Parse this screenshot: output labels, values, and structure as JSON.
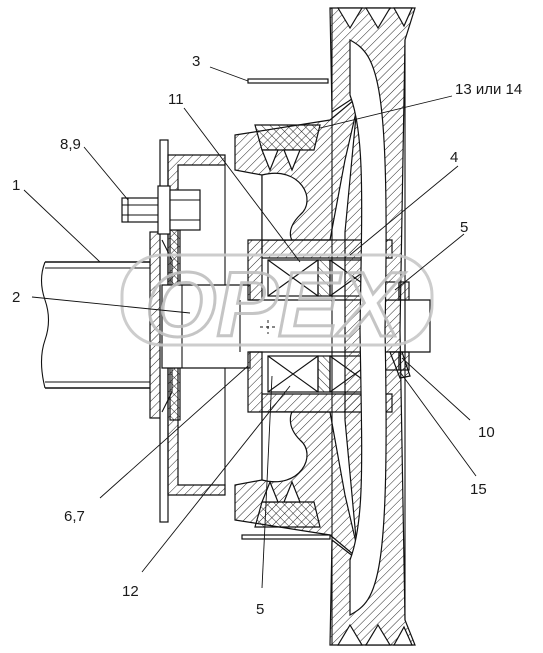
{
  "watermark": "OPEX",
  "labels": {
    "l1": "1",
    "l2": "2",
    "l3": "3",
    "l4": "4",
    "l5a": "5",
    "l5b": "5",
    "l67": "6,7",
    "l89": "8,9",
    "l10": "10",
    "l11": "11",
    "l12": "12",
    "l13": "13 или 14",
    "l15": "15"
  },
  "colors": {
    "line": "#111111",
    "background": "#ffffff",
    "watermark": "#bfbfbf"
  }
}
